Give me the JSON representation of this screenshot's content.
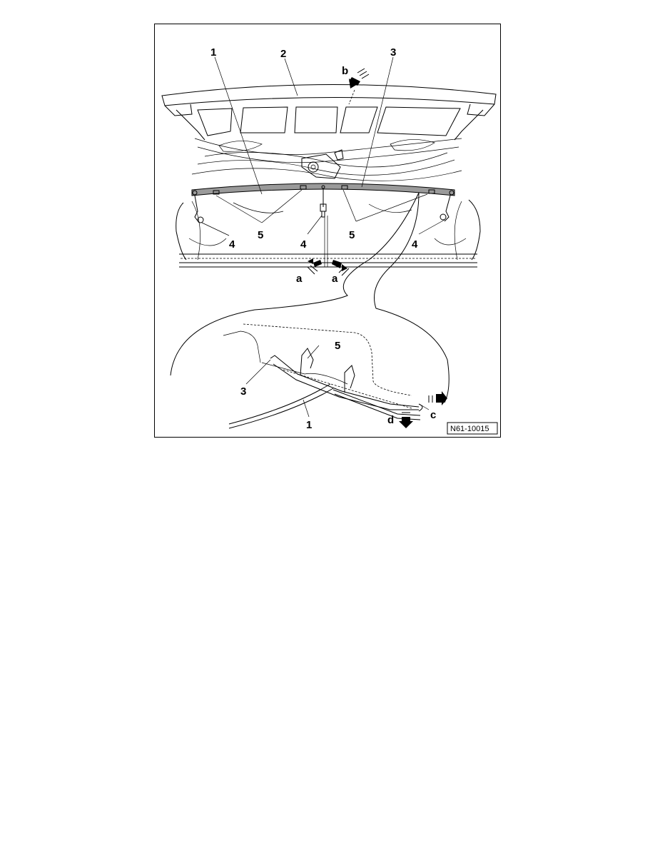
{
  "figure": {
    "reference_code": "N61-10015",
    "labels": {
      "part_1": "1",
      "part_2": "2",
      "part_3": "3",
      "part_4": "4",
      "part_5": "5",
      "dir_a": "a",
      "dir_b": "b",
      "dir_c": "c",
      "dir_d": "d"
    }
  }
}
